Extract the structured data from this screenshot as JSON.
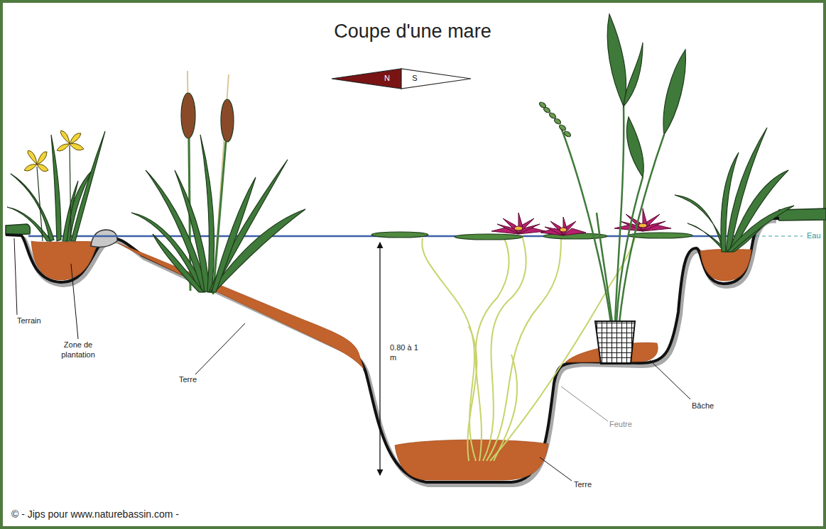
{
  "diagram": {
    "title": "Coupe d'une mare",
    "labels": [
      "N",
      "S",
      "Terrain",
      "Zone de plantation",
      "Terre",
      "0.80 à 1 m",
      "Feutre",
      "Bâche",
      "Terre",
      "Eau",
      "© - Jips pour www.naturebassin.com -"
    ]
  }
}
